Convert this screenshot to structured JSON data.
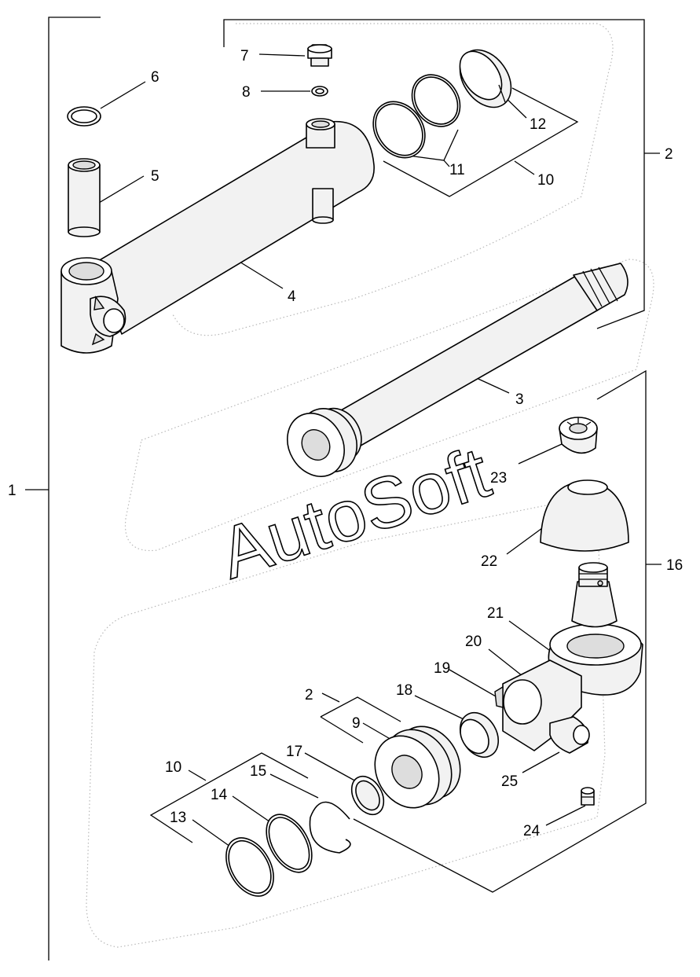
{
  "callouts": {
    "c1": "1",
    "c2a": "2",
    "c2b": "2",
    "c3": "3",
    "c4": "4",
    "c5": "5",
    "c6": "6",
    "c7": "7",
    "c8": "8",
    "c9": "9",
    "c10a": "10",
    "c10b": "10",
    "c11": "11",
    "c12": "12",
    "c13": "13",
    "c14": "14",
    "c15": "15",
    "c16": "16",
    "c17": "17",
    "c18": "18",
    "c19": "19",
    "c20": "20",
    "c21": "21",
    "c22": "22",
    "c23": "23",
    "c24": "24",
    "c25": "25"
  },
  "watermark": "AutoSoft"
}
